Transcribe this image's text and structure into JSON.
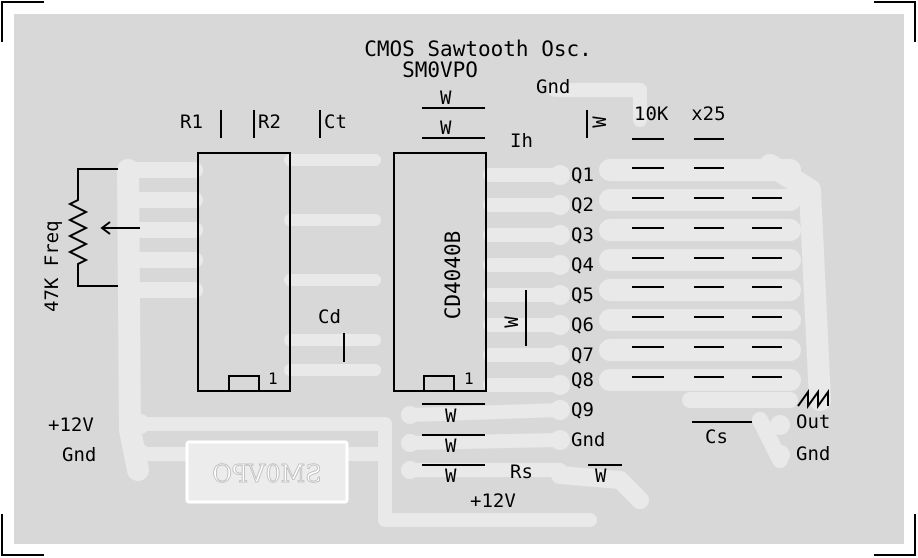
{
  "title": "CMOS Sawtooth Osc.",
  "callsign": "SM0VPO",
  "labels": {
    "r1": "R1",
    "r2": "R2",
    "ct": "Ct",
    "cd": "Cd",
    "resistor_mark": "W",
    "gnd_top": "Gnd",
    "inhibit": "Ih",
    "header_value": "10K  x25",
    "pot_label": "47K Freq",
    "ic_name": "CD4040B",
    "pin1": "1",
    "plus12_left": "+12V",
    "gnd_left": "Gnd",
    "gnd_right": "Gnd",
    "rs": "Rs",
    "plus12_bottom": "+12V",
    "out": "Out",
    "cs": "Cs",
    "sawtooth_symbol": "sawtooth"
  },
  "q_outputs": [
    "Q1",
    "Q2",
    "Q3",
    "Q4",
    "Q5",
    "Q6",
    "Q7",
    "Q8",
    "Q9"
  ],
  "mirrored_mark": "SM0VPO",
  "colors": {
    "board": "#d8d8d8",
    "copper": "#e9e9e9",
    "silk": "#000000",
    "background": "#ffffff"
  }
}
